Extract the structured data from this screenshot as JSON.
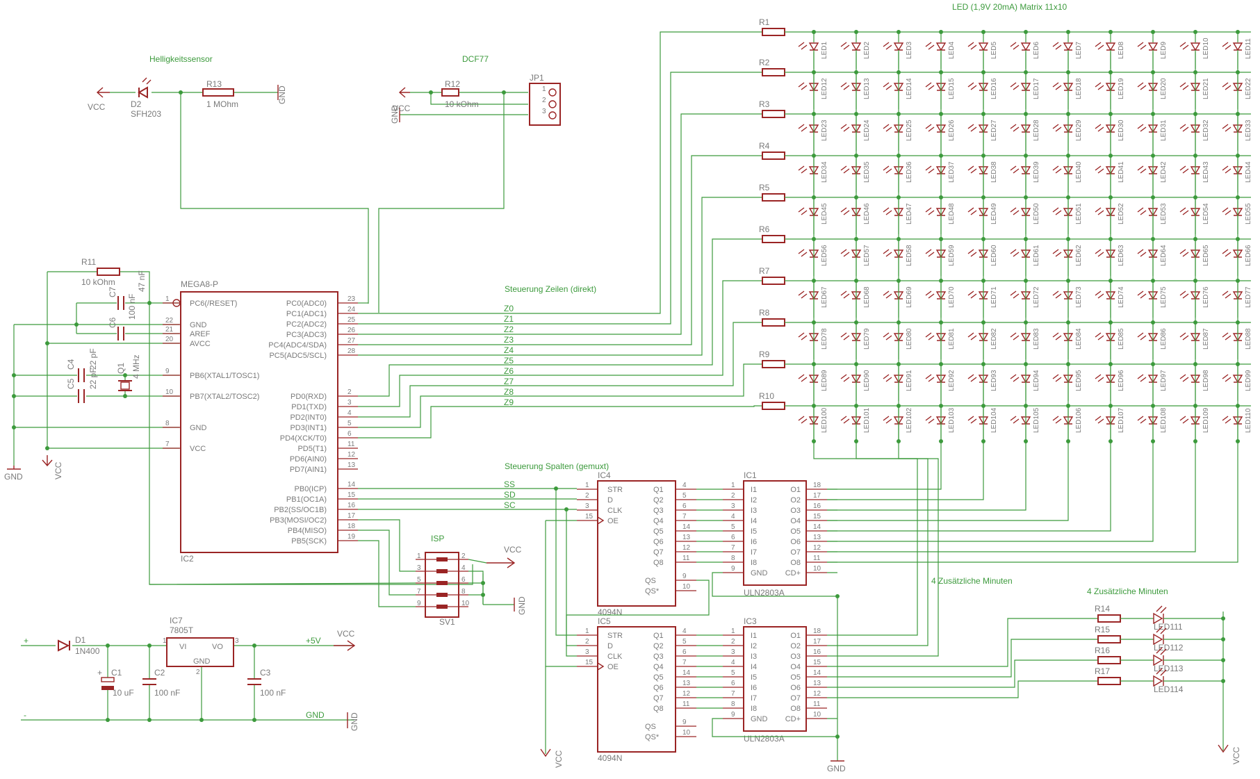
{
  "title": "LED (1,9V 20mA) Matrix 11x10",
  "colors": {
    "wire": "#3c9a3c",
    "symbol": "#9a2424",
    "label": "#7a7a7a",
    "junction": "#3c9a3c"
  },
  "headers": {
    "brightness": "Helligkeitssensor",
    "dcf": "DCF77",
    "rows": "Steuerung Zeilen (direkt)",
    "cols": "Steuerung Spalten (gemuxt)",
    "extra1": "4 Zusätzliche Minuten",
    "extra2": "4 Zusätzliche Minuten",
    "isp": "ISP"
  },
  "power_labels": {
    "vcc": "VCC",
    "gnd": "GND",
    "plus5v": "+5V",
    "plus": "+",
    "minus": "-"
  },
  "parts": {
    "d2": {
      "name": "D2",
      "value": "SFH203"
    },
    "r13": {
      "name": "R13",
      "value": "1 MOhm"
    },
    "r12": {
      "name": "R12",
      "value": "10 kOhm"
    },
    "jp1": {
      "name": "JP1",
      "pins": [
        "1",
        "2",
        "3"
      ]
    },
    "r11": {
      "name": "R11",
      "value": "10 kOhm"
    },
    "c7": {
      "name": "C7",
      "value": "100 nF"
    },
    "c6": {
      "name": "C6",
      "value": "47 nF"
    },
    "c4": {
      "name": "C4",
      "value": "22 pF"
    },
    "c5": {
      "name": "C5",
      "value": "22 pF"
    },
    "q1": {
      "name": "Q1",
      "value": "4 MHz"
    },
    "ic2": {
      "name": "IC2",
      "type": "MEGA8-P"
    },
    "ic4": {
      "name": "IC4",
      "type": "4094N"
    },
    "ic5": {
      "name": "IC5",
      "type": "4094N"
    },
    "ic1": {
      "name": "IC1",
      "type": "ULN2803A"
    },
    "ic3": {
      "name": "IC3",
      "type": "ULN2803A"
    },
    "ic7": {
      "name": "IC7",
      "type": "7805T",
      "pins": [
        "VI",
        "VO",
        "GND"
      ],
      "pin_nums": [
        "1",
        "3",
        "2"
      ]
    },
    "d1": {
      "name": "D1",
      "value": "1N400"
    },
    "c1": {
      "name": "C1",
      "value": "10 uF"
    },
    "c2": {
      "name": "C2",
      "value": "100 nF"
    },
    "c3": {
      "name": "C3",
      "value": "100 nF"
    },
    "sv1": {
      "name": "SV1"
    }
  },
  "mega_left_pins": [
    {
      "num": "1",
      "name": "PC6(/RESET)"
    },
    {
      "num": "22",
      "name": "GND"
    },
    {
      "num": "21",
      "name": "AREF"
    },
    {
      "num": "20",
      "name": "AVCC"
    },
    {
      "num": "9",
      "name": "PB6(XTAL1/TOSC1)"
    },
    {
      "num": "10",
      "name": "PB7(XTAL2/TOSC2)"
    },
    {
      "num": "8",
      "name": "GND"
    },
    {
      "num": "7",
      "name": "VCC"
    }
  ],
  "mega_right_pins": [
    {
      "num": "23",
      "name": "PC0(ADC0)"
    },
    {
      "num": "24",
      "name": "PC1(ADC1)"
    },
    {
      "num": "25",
      "name": "PC2(ADC2)"
    },
    {
      "num": "26",
      "name": "PC3(ADC3)"
    },
    {
      "num": "27",
      "name": "PC4(ADC4/SDA)"
    },
    {
      "num": "28",
      "name": "PC5(ADC5/SCL)"
    },
    {
      "num": "2",
      "name": "PD0(RXD)"
    },
    {
      "num": "3",
      "name": "PD1(TXD)"
    },
    {
      "num": "4",
      "name": "PD2(INT0)"
    },
    {
      "num": "5",
      "name": "PD3(INT1)"
    },
    {
      "num": "6",
      "name": "PD4(XCK/T0)"
    },
    {
      "num": "11",
      "name": "PD5(T1)"
    },
    {
      "num": "12",
      "name": "PD6(AIN0)"
    },
    {
      "num": "13",
      "name": "PD7(AIN1)"
    },
    {
      "num": "14",
      "name": "PB0(ICP)"
    },
    {
      "num": "15",
      "name": "PB1(OC1A)"
    },
    {
      "num": "16",
      "name": "PB2(SS/OC1B)"
    },
    {
      "num": "17",
      "name": "PB3(MOSI/OC2)"
    },
    {
      "num": "18",
      "name": "PB4(MISO)"
    },
    {
      "num": "19",
      "name": "PB5(SCK)"
    }
  ],
  "row_nets": [
    "Z0",
    "Z1",
    "Z2",
    "Z3",
    "Z4",
    "Z5",
    "Z6",
    "Z7",
    "Z8",
    "Z9"
  ],
  "col_nets": [
    "SS",
    "SD",
    "SC"
  ],
  "row_resistors": [
    "R1",
    "R2",
    "R3",
    "R4",
    "R5",
    "R6",
    "R7",
    "R8",
    "R9",
    "R10"
  ],
  "extra_resistors": [
    "R14",
    "R15",
    "R16",
    "R17"
  ],
  "extra_leds": [
    "LED111",
    "LED112",
    "LED113",
    "LED114"
  ],
  "sr_left_pins": [
    {
      "num": "1",
      "name": "STR"
    },
    {
      "num": "2",
      "name": "D"
    },
    {
      "num": "3",
      "name": "CLK"
    },
    {
      "num": "15",
      "name": "OE"
    }
  ],
  "sr_right_pins": [
    {
      "num": "4",
      "name": "Q1"
    },
    {
      "num": "5",
      "name": "Q2"
    },
    {
      "num": "6",
      "name": "Q3"
    },
    {
      "num": "7",
      "name": "Q4"
    },
    {
      "num": "14",
      "name": "Q5"
    },
    {
      "num": "13",
      "name": "Q6"
    },
    {
      "num": "12",
      "name": "Q7"
    },
    {
      "num": "11",
      "name": "Q8"
    }
  ],
  "sr_bottom_pins": [
    {
      "num": "9",
      "name": "QS"
    },
    {
      "num": "10",
      "name": "QS*"
    }
  ],
  "uln_left_pins": [
    {
      "num": "1",
      "name": "I1"
    },
    {
      "num": "2",
      "name": "I2"
    },
    {
      "num": "3",
      "name": "I3"
    },
    {
      "num": "4",
      "name": "I4"
    },
    {
      "num": "5",
      "name": "I5"
    },
    {
      "num": "6",
      "name": "I6"
    },
    {
      "num": "7",
      "name": "I7"
    },
    {
      "num": "8",
      "name": "I8"
    },
    {
      "num": "9",
      "name": "GND"
    }
  ],
  "uln_right_pins": [
    {
      "num": "18",
      "name": "O1"
    },
    {
      "num": "17",
      "name": "O2"
    },
    {
      "num": "16",
      "name": "O3"
    },
    {
      "num": "15",
      "name": "O4"
    },
    {
      "num": "14",
      "name": "O5"
    },
    {
      "num": "13",
      "name": "O6"
    },
    {
      "num": "12",
      "name": "O7"
    },
    {
      "num": "11",
      "name": "O8"
    },
    {
      "num": "10",
      "name": "CD+"
    }
  ],
  "isp_pins_left": [
    "1",
    "3",
    "5",
    "7",
    "9"
  ],
  "isp_pins_right": [
    "2",
    "4",
    "6",
    "8",
    "10"
  ],
  "led_prefix": "LED"
}
